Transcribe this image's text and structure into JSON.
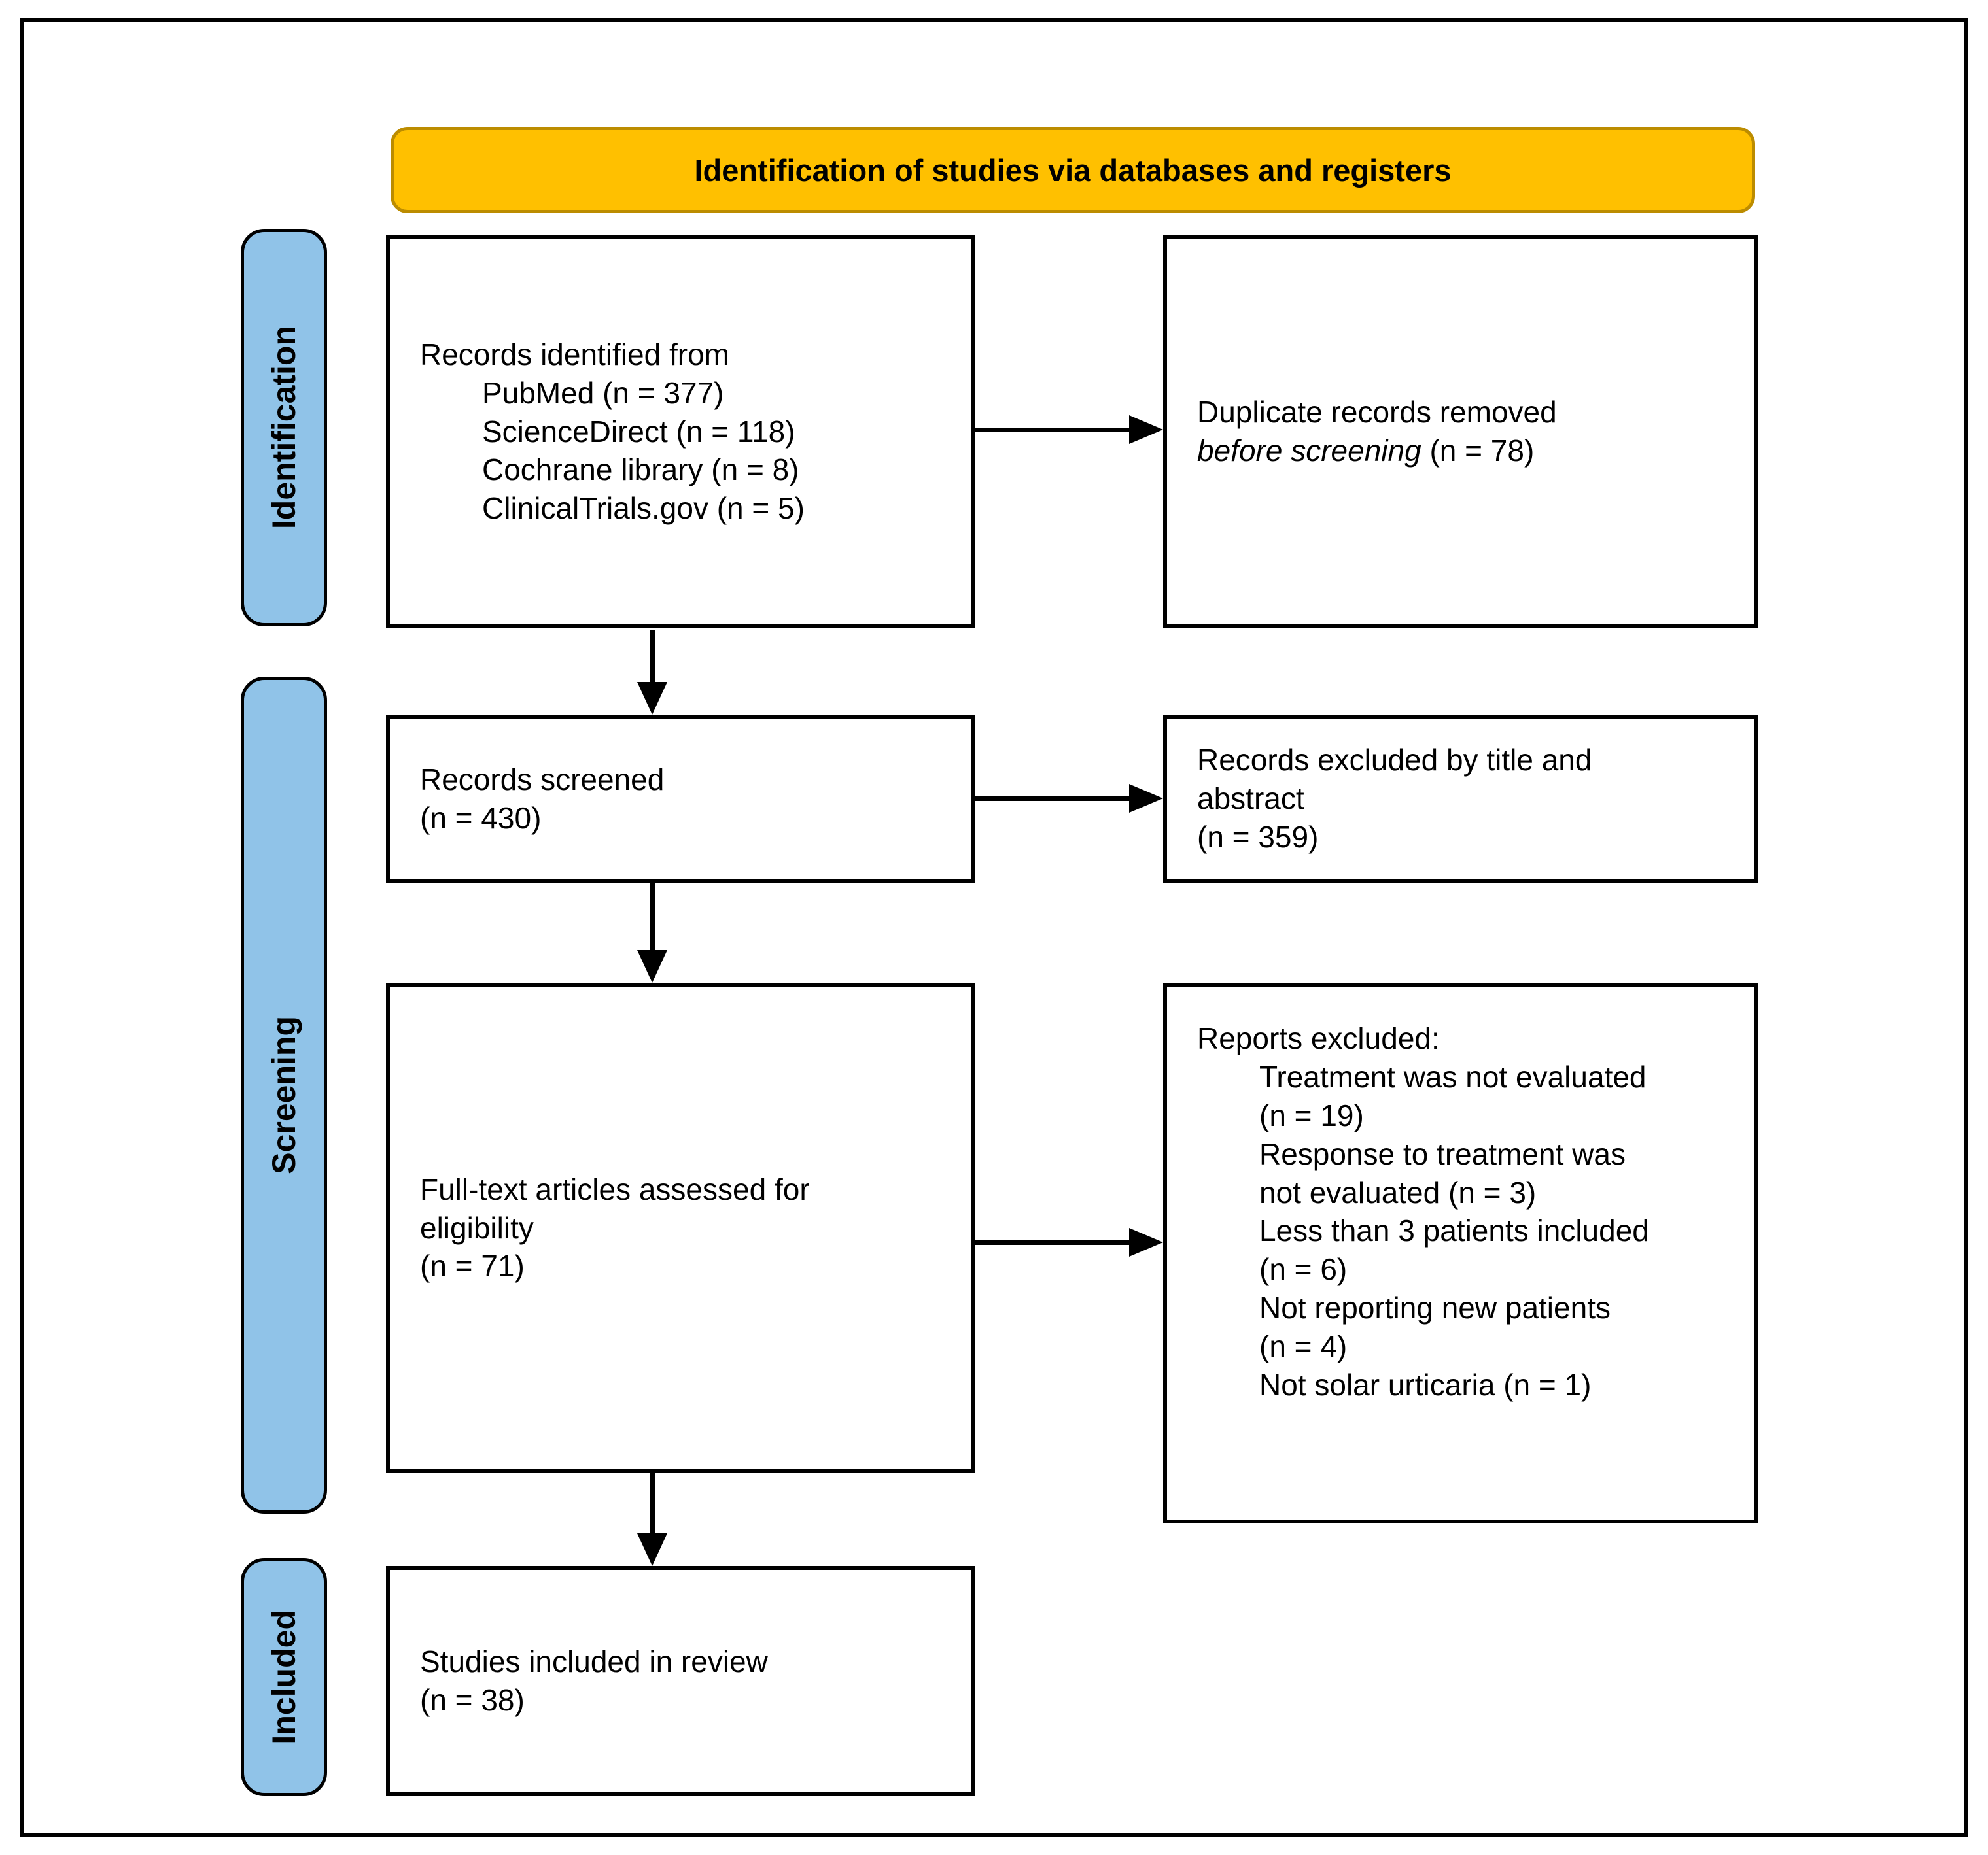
{
  "banner": {
    "title": "Identification of studies via databases and registers"
  },
  "stages": [
    {
      "label": "Identification"
    },
    {
      "label": "Screening"
    },
    {
      "label": "Included"
    }
  ],
  "boxes": {
    "identified": {
      "heading": "Records identified from",
      "items": [
        "PubMed (n = 377)",
        "ScienceDirect (n = 118)",
        "Cochrane library (n = 8)",
        "ClinicalTrials.gov (n = 5)"
      ]
    },
    "duplicates": {
      "line1": "Duplicate records removed",
      "line2_italic": "before screening",
      "line2_rest": "(n = 78)"
    },
    "screened": {
      "line1": "Records screened",
      "line2": "(n = 430)"
    },
    "excluded_title_abstract": {
      "line1": "Records excluded by title and",
      "line2": "abstract",
      "line3": "(n = 359)"
    },
    "fulltext": {
      "line1": "Full-text articles assessed for",
      "line2": "eligibility",
      "line3": "(n = 71)"
    },
    "reports_excluded": {
      "heading": "Reports excluded:",
      "items": [
        "Treatment was not evaluated",
        "(n = 19)",
        "Response to treatment was",
        "not evaluated (n = 3)",
        "Less than 3 patients included",
        "(n = 6)",
        "Not reporting new patients",
        "(n = 4)",
        "Not solar urticaria (n = 1)"
      ]
    },
    "included": {
      "line1": "Studies included in review",
      "line2": "(n = 38)"
    }
  },
  "colors": {
    "banner_fill": "#FFC000",
    "banner_border": "#BC8C00",
    "stage_fill": "#90C3E8",
    "box_border": "#000000",
    "arrow": "#000000"
  }
}
